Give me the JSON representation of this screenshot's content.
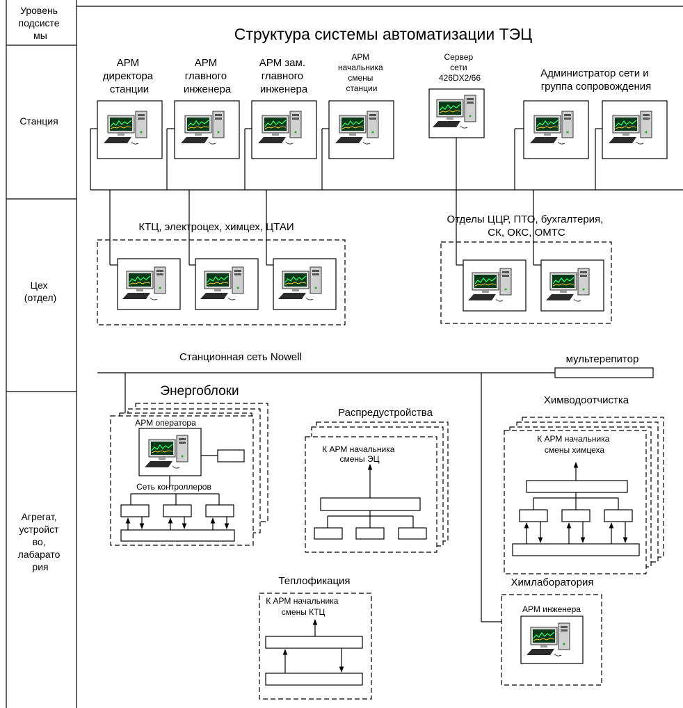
{
  "title": "Структура системы автоматизации ТЭЦ",
  "levels": {
    "header": "Уровень подсисте мы",
    "header_lines": [
      "Уровень",
      "подсисте",
      "мы"
    ],
    "station": "Станция",
    "shop_lines": [
      "Цех",
      "(отдел)"
    ],
    "unit_lines": [
      "Агрегат,",
      "устройст",
      "во,",
      "лабарато",
      "рия"
    ]
  },
  "station": {
    "arm_director": [
      "АРМ",
      "директора",
      "станции"
    ],
    "arm_chief_engineer": [
      "АРМ",
      "главного",
      "инженера"
    ],
    "arm_deputy_engineer": [
      "АРМ зам.",
      "главного",
      "инженера"
    ],
    "arm_shift_head": [
      "АРМ",
      "начальника",
      "смены",
      "станции"
    ],
    "server": [
      "Сервер",
      "сети",
      "426DX2/66"
    ],
    "admin": [
      "Администратор сети и",
      "группа сопровождения"
    ]
  },
  "shops": {
    "left_group": "КТЦ, электроцех, химцех, ЦТАИ",
    "right_group": [
      "Отделы ЦЦР, ПТО, бухгалтерия,",
      "СК, ОКС, ОМТС"
    ]
  },
  "network": {
    "label": "Станционная сеть Nowell",
    "repeater": "мультерепитор"
  },
  "units": {
    "energy_blocks": "Энергоблоки",
    "operator_arm": "АРМ оператора",
    "controllers_net": "Сеть контроллеров",
    "switchgear": "Распредустройства",
    "switchgear_note": [
      "К АРМ начальника",
      "смены ЭЦ"
    ],
    "water_treatment": "Химводоотчистка",
    "water_note": [
      "К АРМ начальника",
      "смены химцеха"
    ],
    "heating": "Теплофикация",
    "heating_note": [
      "К АРМ начальника",
      "смены КТЦ"
    ],
    "chem_lab": "Химлаборатория",
    "engineer_arm": "АРМ инженера"
  }
}
